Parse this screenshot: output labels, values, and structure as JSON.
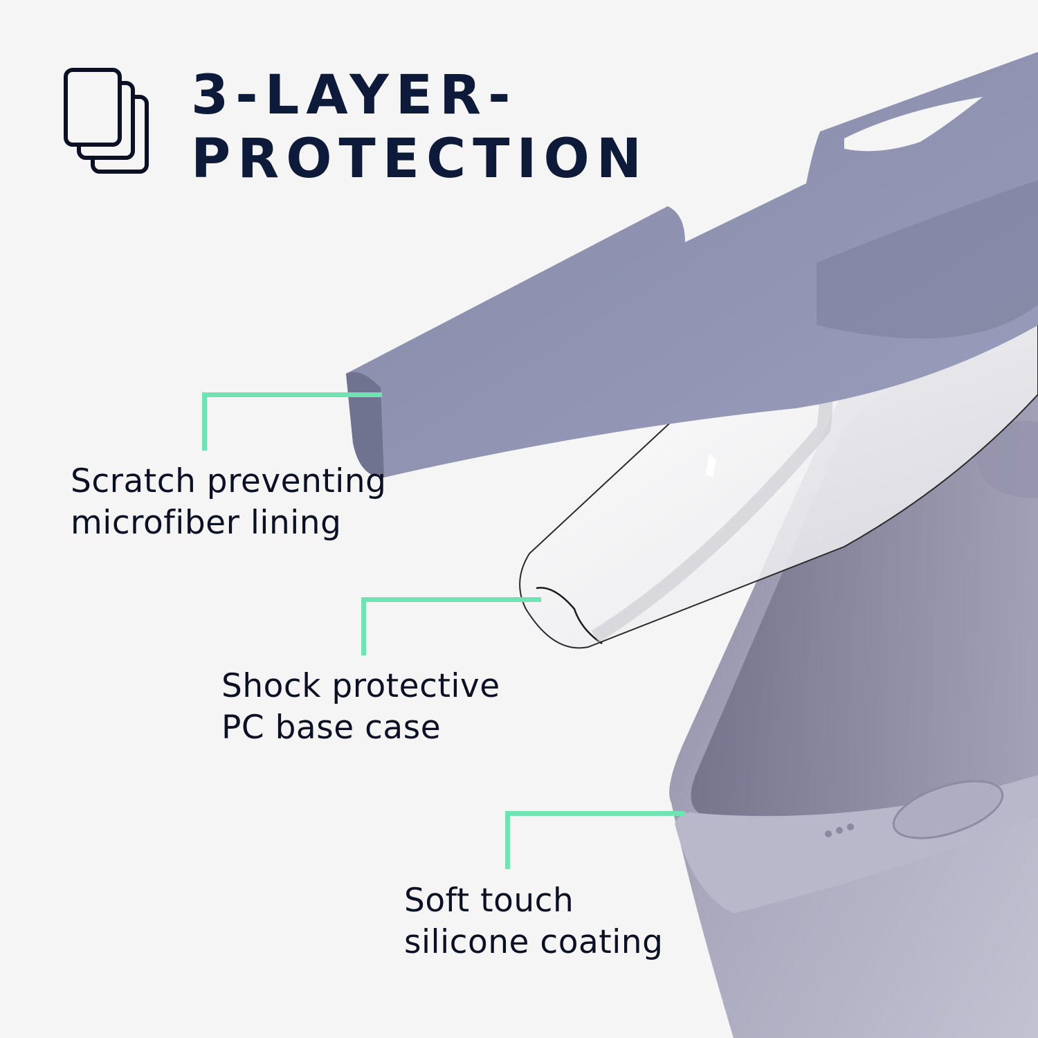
{
  "header": {
    "icon": "stacked-layers-icon",
    "title_line_1": "3-LAYER-",
    "title_line_2": "PROTECTION"
  },
  "callouts": [
    {
      "line_1": "Scratch preventing",
      "line_2": "microfiber lining",
      "layer": "microfiber-lining"
    },
    {
      "line_1": "Shock protective",
      "line_2": "PC base case",
      "layer": "pc-base-case"
    },
    {
      "line_1": "Soft touch",
      "line_2": "silicone coating",
      "layer": "silicone-coating"
    }
  ],
  "colors": {
    "background": "#f5f5f5",
    "title_text": "#0d1a3a",
    "label_text": "#0c1024",
    "accent_line": "#6fe3b2",
    "microfiber": "#8e92b0",
    "silicone": "#b3b3c7",
    "pc_layer": "#f2f2f4"
  }
}
